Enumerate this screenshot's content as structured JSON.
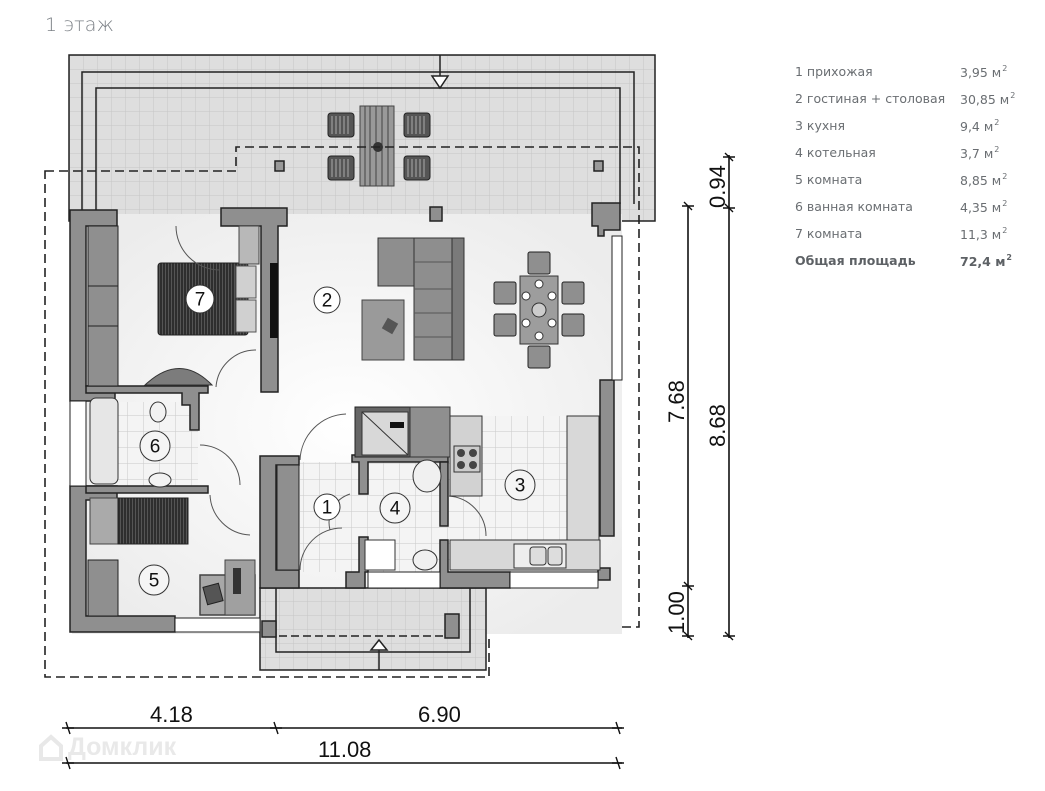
{
  "floor_title": "1 этаж",
  "legend": {
    "rooms": [
      {
        "num": "1",
        "name": "1 прихожая",
        "area": "3,95 м",
        "unit_power": "2"
      },
      {
        "num": "2",
        "name": "2 гостиная + столовая",
        "area": "30,85 м",
        "unit_power": "2"
      },
      {
        "num": "3",
        "name": "3 кухня",
        "area": "9,4 м",
        "unit_power": "2"
      },
      {
        "num": "4",
        "name": "4 котельная",
        "area": "3,7 м",
        "unit_power": "2"
      },
      {
        "num": "5",
        "name": "5 комната",
        "area": "8,85 м",
        "unit_power": "2"
      },
      {
        "num": "6",
        "name": "6 ванная комната",
        "area": "4,35 м",
        "unit_power": "2"
      },
      {
        "num": "7",
        "name": "7 комната",
        "area": "11,3 м",
        "unit_power": "2"
      }
    ],
    "total": {
      "name": "Общая площадь",
      "area": "72,4 м",
      "unit_power": "2"
    }
  },
  "plan": {
    "room_labels": [
      "1",
      "2",
      "3",
      "4",
      "5",
      "6",
      "7"
    ],
    "dimensions": {
      "bottom_left": "4.18",
      "bottom_right": "6.90",
      "bottom_total": "11.08",
      "right_top": "0.94",
      "right_main": "7.68",
      "right_total": "8.68",
      "right_bottom": "1.00"
    }
  },
  "watermark": "Домклик",
  "colors": {
    "wall": "#8f8f8f",
    "wall_stroke": "#222222",
    "terrace": "#dcdcdc",
    "floor": "#f2f2f2",
    "text_gray": "#6a6e72"
  }
}
